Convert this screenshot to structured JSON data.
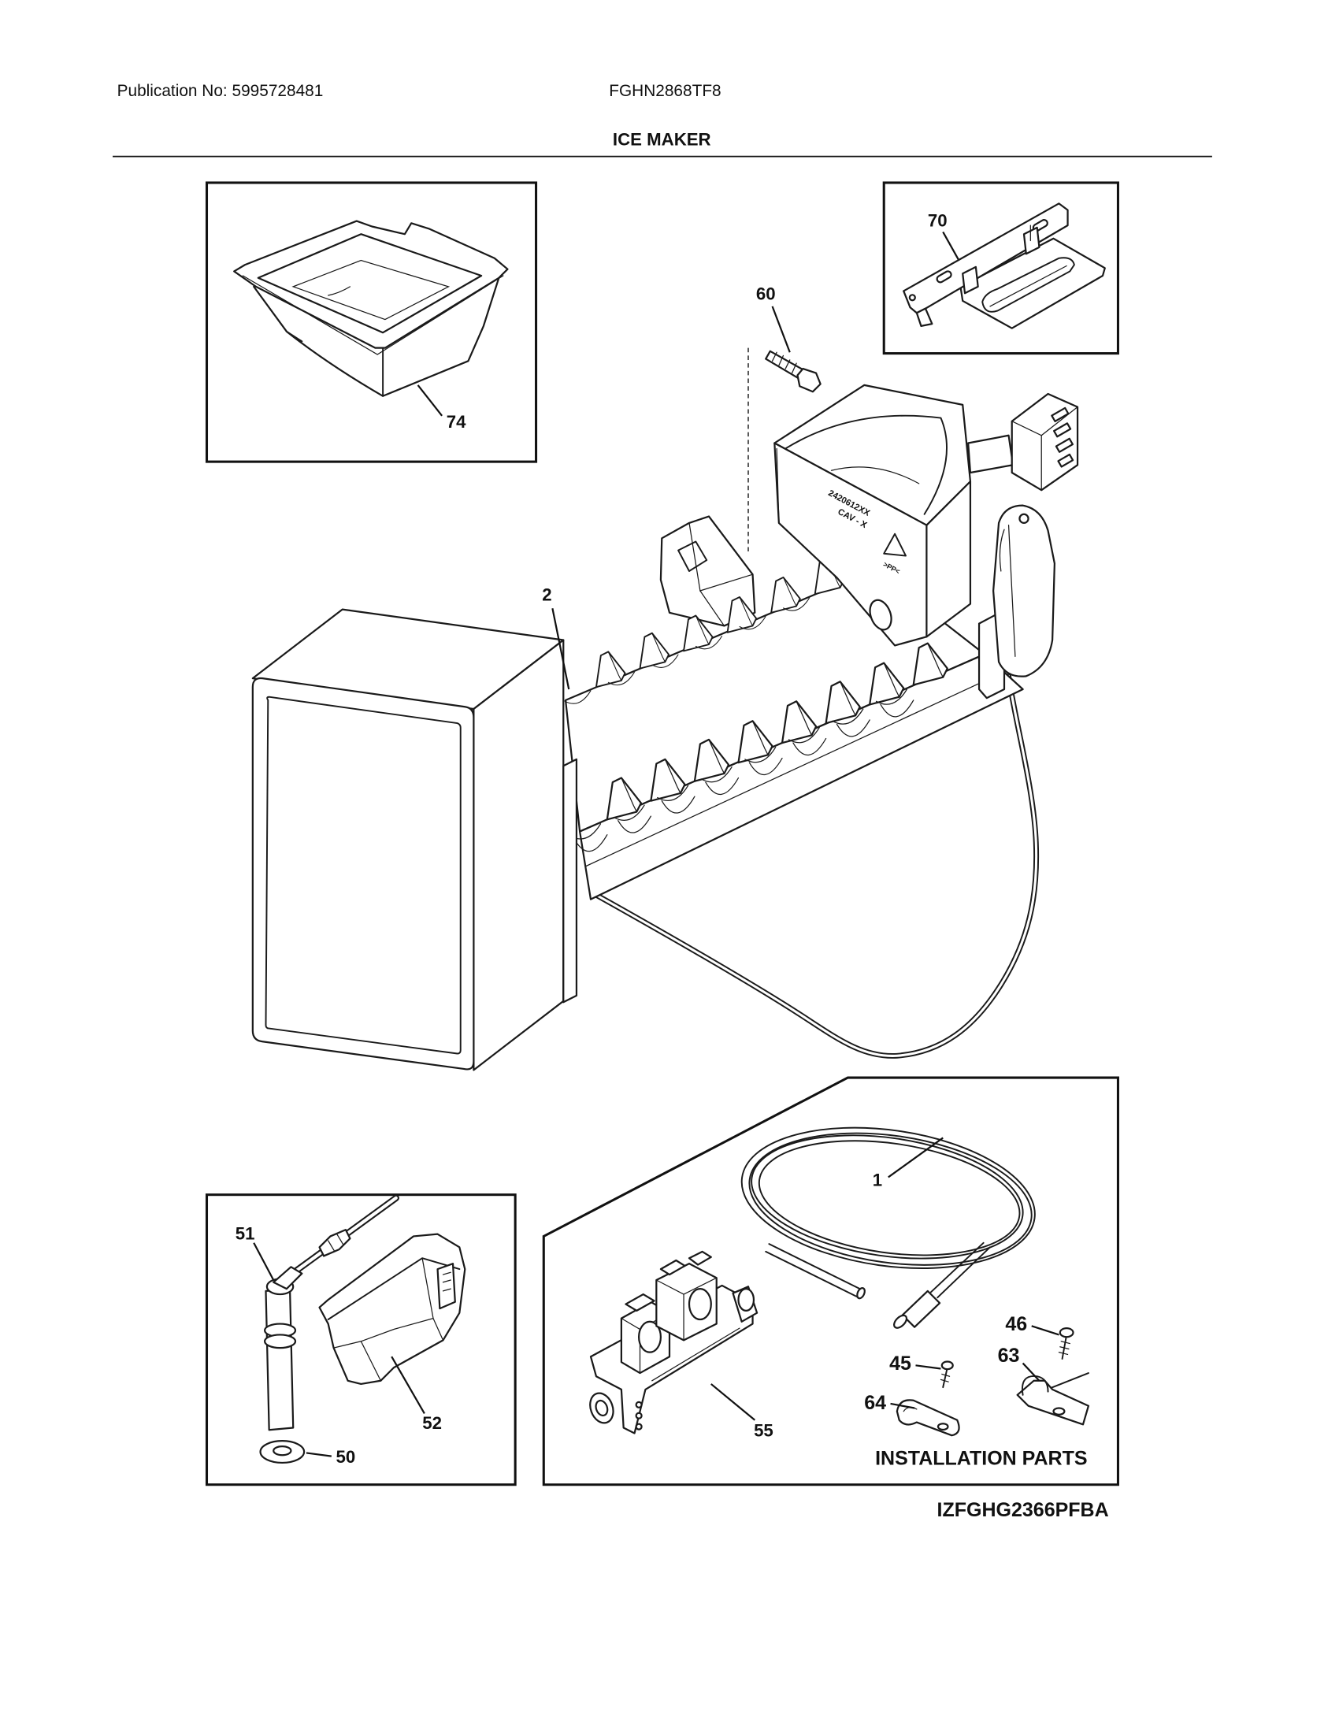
{
  "header": {
    "publication": "Publication No: 5995728481",
    "model": "FGHN2868TF8",
    "section_title": "ICE MAKER"
  },
  "callouts": {
    "p74": "74",
    "p70": "70",
    "p60": "60",
    "p2": "2",
    "p1": "1",
    "p51": "51",
    "p52": "52",
    "p50": "50",
    "p55": "55",
    "p46": "46",
    "p63": "63",
    "p45": "45",
    "p64": "64"
  },
  "part_markings": {
    "mold_number": "2420612XX",
    "cavity": "CAV - X",
    "material": ">PP<"
  },
  "installation_parts_label": "INSTALLATION PARTS",
  "figure_id": "IZFGHG2366PFBA"
}
